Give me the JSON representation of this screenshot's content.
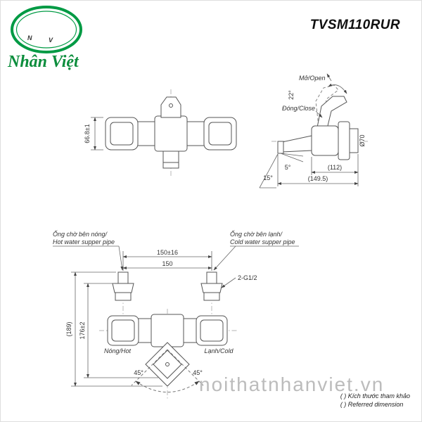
{
  "header": {
    "product_code": "TVSM110RUR"
  },
  "brand": {
    "letter_n": "N",
    "letter_v": "V",
    "name": "Nhân Việt"
  },
  "colors": {
    "brand_green": "#009a44",
    "brand_blue": "#00a7b5",
    "line": "#555555",
    "watermark": "#bcbcbc"
  },
  "front_view": {
    "height_dim": "66.8±1"
  },
  "side_view": {
    "open_label": "Mở/Open",
    "close_label": "Đóng/Close",
    "handle_angle": "22°",
    "diameter": "Ø70",
    "depth_body": "(112)",
    "depth_total": "(149.5)",
    "tilt_angle": "15°",
    "spout_angle": "5°"
  },
  "install_view": {
    "hot_pipe_label_vi": "Ống chờ bên nóng/",
    "hot_pipe_label_en": "Hot water supper pipe",
    "cold_pipe_label_vi": "Ống chờ bên lạnh/",
    "cold_pipe_label_en": "Cold water supper pipe",
    "pitch_tolerance": "150±16",
    "pitch": "150",
    "thread_spec": "2-G1/2",
    "height_total": "(189)",
    "height_body": "176±2",
    "hot_label": "Nóng/Hot",
    "cold_label": "Lạnh/Cold",
    "swing_left": "45°",
    "swing_right": "45°"
  },
  "watermark": "noithatnhanviet.vn",
  "footnote": {
    "vi": "(    ) Kích thước tham khảo",
    "en": "(    ) Referred dimension"
  }
}
